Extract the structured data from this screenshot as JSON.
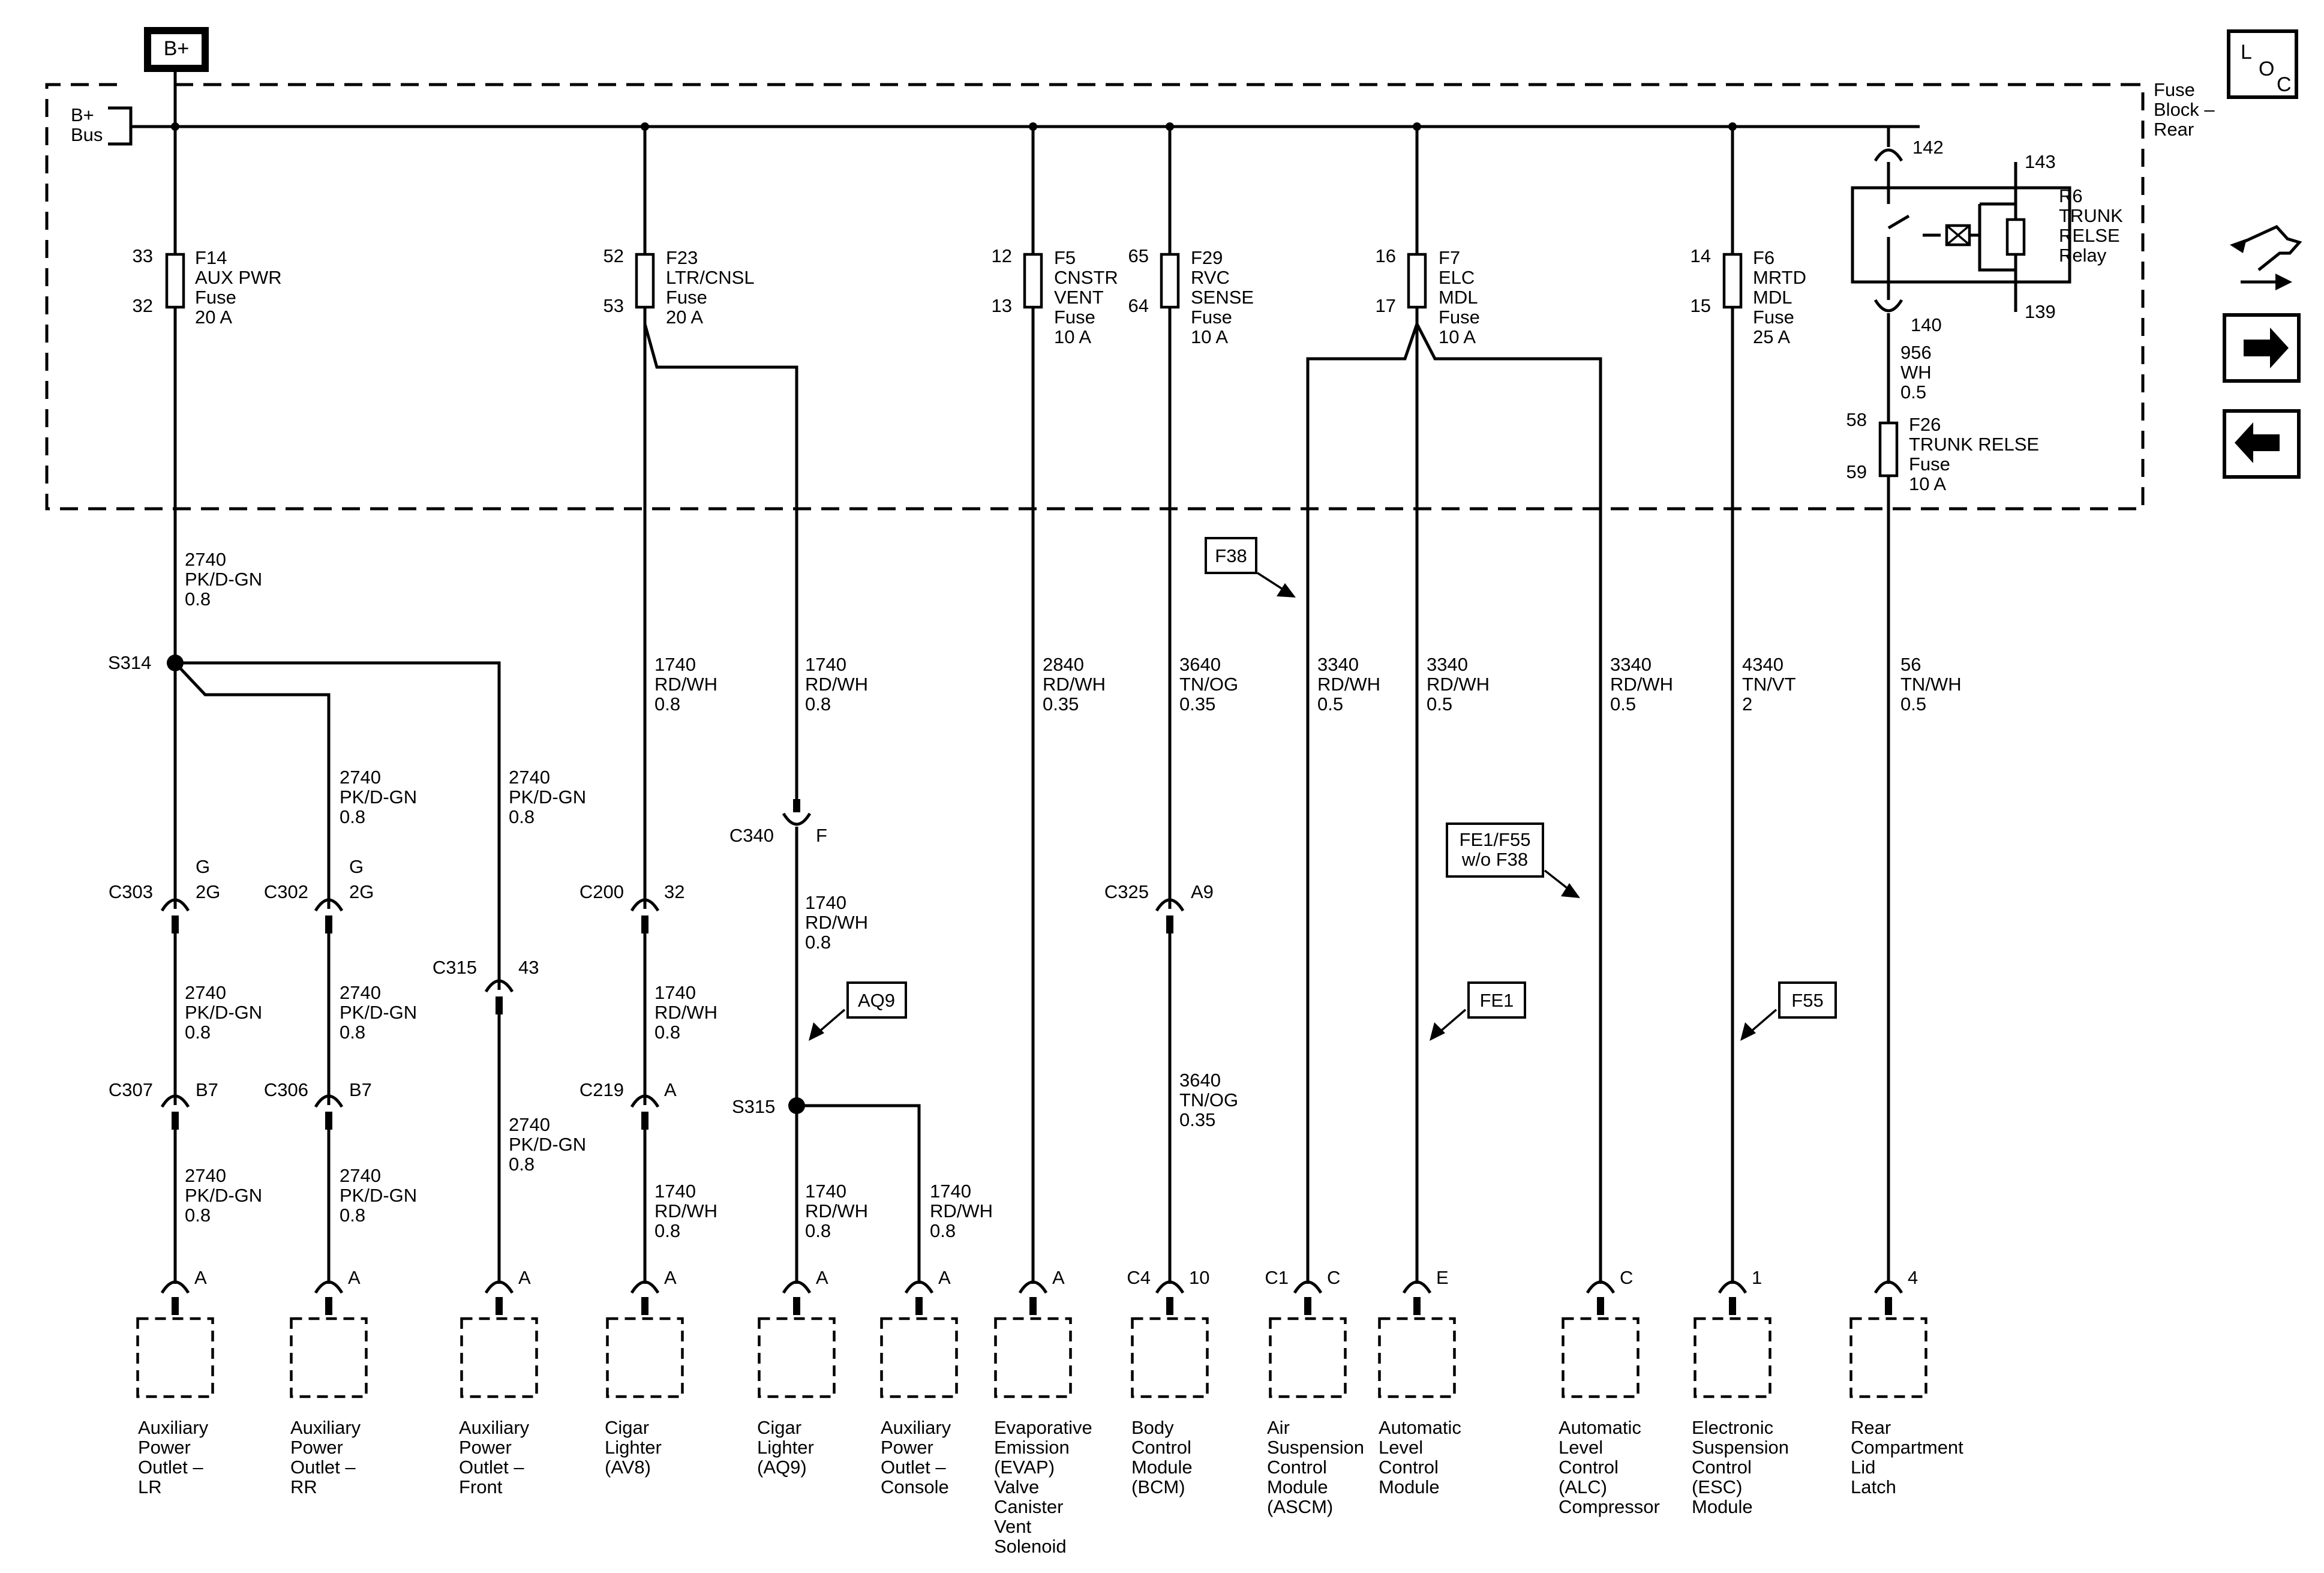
{
  "header": {
    "power_label": "B+",
    "bus_label": [
      "B+",
      "Bus"
    ],
    "fuse_block_label": [
      "Fuse",
      "Block –",
      "Rear"
    ],
    "loc_letters": [
      "L",
      "O",
      "C"
    ]
  },
  "nav_icons": [
    "schematic-toggle-icon",
    "next-page-arrow-icon",
    "previous-page-arrow-icon"
  ],
  "fuses": {
    "f14": {
      "pins": [
        "33",
        "32"
      ],
      "text": [
        "F14",
        "AUX PWR",
        "Fuse",
        "20 A"
      ]
    },
    "f23": {
      "pins": [
        "52",
        "53"
      ],
      "text": [
        "F23",
        "LTR/CNSL",
        "Fuse",
        "20 A"
      ]
    },
    "f5": {
      "pins": [
        "12",
        "13"
      ],
      "text": [
        "F5",
        "CNSTR",
        "VENT",
        "Fuse",
        "10 A"
      ]
    },
    "f29": {
      "pins": [
        "65",
        "64"
      ],
      "text": [
        "F29",
        "RVC",
        "SENSE",
        "Fuse",
        "10 A"
      ]
    },
    "f7": {
      "pins": [
        "16",
        "17"
      ],
      "text": [
        "F7",
        "ELC",
        "MDL",
        "Fuse",
        "10 A"
      ]
    },
    "f6": {
      "pins": [
        "14",
        "15"
      ],
      "text": [
        "F6",
        "MRTD",
        "MDL",
        "Fuse",
        "25 A"
      ]
    },
    "f26": {
      "pins": [
        "58",
        "59"
      ],
      "text": [
        "F26",
        "TRUNK RELSE",
        "Fuse",
        "10 A"
      ]
    }
  },
  "relay": {
    "pins": [
      "142",
      "143",
      "140",
      "139"
    ],
    "text": [
      "R6",
      "TRUNK",
      "RELSE",
      "Relay"
    ],
    "lead_wire": [
      "956",
      "WH",
      "0.5"
    ]
  },
  "splices": {
    "s314": "S314",
    "s315": "S315"
  },
  "wires": {
    "w2740_main": [
      "2740",
      "PK/D-GN",
      "0.8"
    ],
    "w2740_rr_top": [
      "2740",
      "PK/D-GN",
      "0.8"
    ],
    "w2740_front_top": [
      "2740",
      "PK/D-GN",
      "0.8"
    ],
    "w2740_lr_mid": [
      "2740",
      "PK/D-GN",
      "0.8"
    ],
    "w2740_rr_mid": [
      "2740",
      "PK/D-GN",
      "0.8"
    ],
    "w2740_lr_bot": [
      "2740",
      "PK/D-GN",
      "0.8"
    ],
    "w2740_rr_bot": [
      "2740",
      "PK/D-GN",
      "0.8"
    ],
    "w2740_front_bot": [
      "2740",
      "PK/D-GN",
      "0.8"
    ],
    "w1740_av8_top": [
      "1740",
      "RD/WH",
      "0.8"
    ],
    "w1740_av8_mid": [
      "1740",
      "RD/WH",
      "0.8"
    ],
    "w1740_av8_bot": [
      "1740",
      "RD/WH",
      "0.8"
    ],
    "w1740_aq9_top": [
      "1740",
      "RD/WH",
      "0.8"
    ],
    "w1740_aq9_mid": [
      "1740",
      "RD/WH",
      "0.8"
    ],
    "w1740_aq9_bot": [
      "1740",
      "RD/WH",
      "0.8"
    ],
    "w1740_console": [
      "1740",
      "RD/WH",
      "0.8"
    ],
    "w2840": [
      "2840",
      "RD/WH",
      "0.35"
    ],
    "w3640_top": [
      "3640",
      "TN/OG",
      "0.35"
    ],
    "w3640_bot": [
      "3640",
      "TN/OG",
      "0.35"
    ],
    "w3340_ascm": [
      "3340",
      "RD/WH",
      "0.5"
    ],
    "w3340_alc": [
      "3340",
      "RD/WH",
      "0.5"
    ],
    "w3340_comp": [
      "3340",
      "RD/WH",
      "0.5"
    ],
    "w4340": [
      "4340",
      "TN/VT",
      "2"
    ],
    "w56": [
      "56",
      "TN/WH",
      "0.5"
    ]
  },
  "connectors": {
    "c303": {
      "name": "C303",
      "pin": [
        "G",
        "2G"
      ]
    },
    "c302": {
      "name": "C302",
      "pin": [
        "G",
        "2G"
      ]
    },
    "c315": {
      "name": "C315",
      "pin": "43"
    },
    "c307": {
      "name": "C307",
      "pin": "B7"
    },
    "c306": {
      "name": "C306",
      "pin": "B7"
    },
    "c200": {
      "name": "C200",
      "pin": "32"
    },
    "c219": {
      "name": "C219",
      "pin": "A"
    },
    "c340": {
      "name": "C340",
      "pin": "F"
    },
    "c325": {
      "name": "C325",
      "pin": "A9"
    }
  },
  "options": {
    "f38": "F38",
    "aq9": "AQ9",
    "fe1": "FE1",
    "f55": "F55",
    "fe1_f55": [
      "FE1/F55",
      "w/o F38"
    ]
  },
  "components": [
    {
      "pin": "A",
      "conn": "",
      "name": [
        "Auxiliary",
        "Power",
        "Outlet –",
        "LR"
      ]
    },
    {
      "pin": "A",
      "conn": "",
      "name": [
        "Auxiliary",
        "Power",
        "Outlet –",
        "RR"
      ]
    },
    {
      "pin": "A",
      "conn": "",
      "name": [
        "Auxiliary",
        "Power",
        "Outlet –",
        "Front"
      ]
    },
    {
      "pin": "A",
      "conn": "",
      "name": [
        "Cigar",
        "Lighter",
        "(AV8)"
      ]
    },
    {
      "pin": "A",
      "conn": "",
      "name": [
        "Cigar",
        "Lighter",
        "(AQ9)"
      ]
    },
    {
      "pin": "A",
      "conn": "",
      "name": [
        "Auxiliary",
        "Power",
        "Outlet –",
        "Console"
      ]
    },
    {
      "pin": "A",
      "conn": "",
      "name": [
        "Evaporative",
        "Emission",
        "(EVAP)",
        "Valve",
        "Canister",
        "Vent",
        "Solenoid"
      ]
    },
    {
      "pin": "10",
      "conn": "C4",
      "name": [
        "Body",
        "Control",
        "Module",
        "(BCM)"
      ]
    },
    {
      "pin": "C",
      "conn": "C1",
      "name": [
        "Air",
        "Suspension",
        "Control",
        "Module",
        "(ASCM)"
      ]
    },
    {
      "pin": "E",
      "conn": "",
      "name": [
        "Automatic",
        "Level",
        "Control",
        "Module"
      ]
    },
    {
      "pin": "C",
      "conn": "",
      "name": [
        "Automatic",
        "Level",
        "Control",
        "(ALC)",
        "Compressor"
      ]
    },
    {
      "pin": "1",
      "conn": "",
      "name": [
        "Electronic",
        "Suspension",
        "Control",
        "(ESC)",
        "Module"
      ]
    },
    {
      "pin": "4",
      "conn": "",
      "name": [
        "Rear",
        "Compartment",
        "Lid",
        "Latch"
      ]
    }
  ]
}
